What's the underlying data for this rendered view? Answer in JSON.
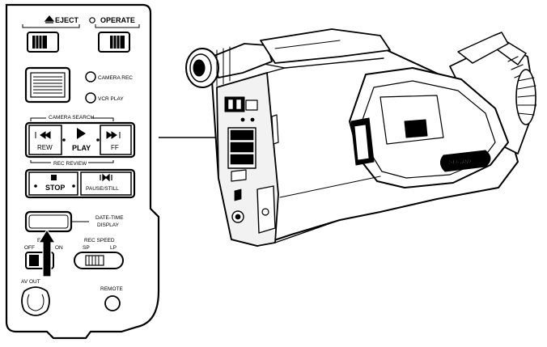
{
  "panel": {
    "eject": "EJECT",
    "operate": "OPERATE",
    "camera_rec": "CAMERA REC",
    "vcr_play": "VCR PLAY",
    "camera_search": "CAMERA SEARCH",
    "rew": "REW",
    "play": "PLAY",
    "ff": "FF",
    "rec_review": "REC REVIEW",
    "stop": "STOP",
    "pause_still": "PAUSE/STILL",
    "date_time_line1": "DATE-TIME",
    "date_time_line2": "DISPLAY",
    "edit_partial": "E",
    "off": "OFF",
    "on": "ON",
    "rec_speed": "REC SPEED",
    "sp": "SP",
    "lp": "LP",
    "av_out": "AV OUT",
    "remote": "REMOTE"
  },
  "camcorder": {
    "brand": "SHARP"
  }
}
